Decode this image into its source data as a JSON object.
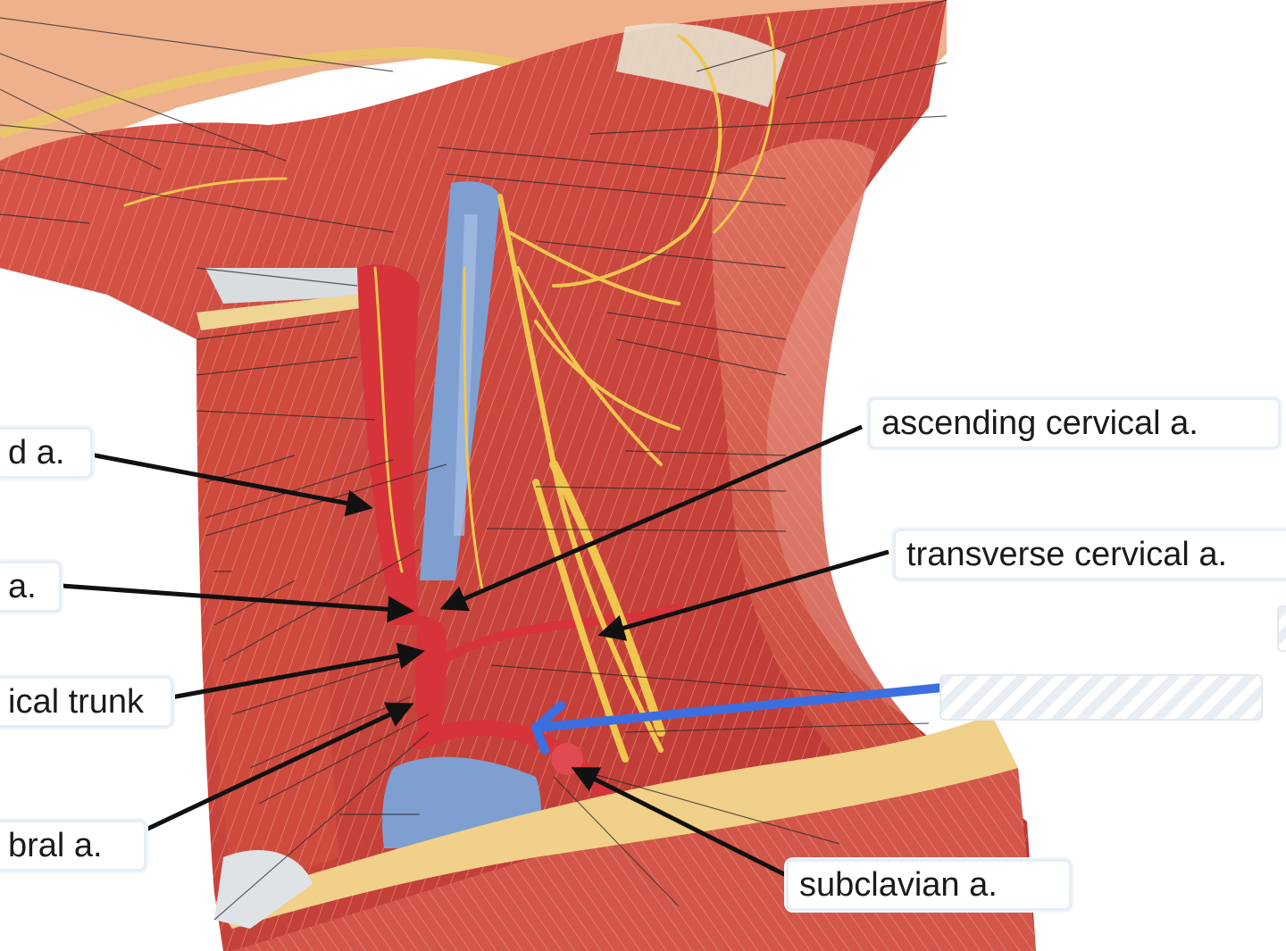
{
  "labels": {
    "ascending_cervical": "ascending cervical a.",
    "transverse_cervical": "transverse cervical a.",
    "subclavian": "subclavian a.",
    "left_label_1": "d a.",
    "left_label_2": "a.",
    "left_label_3": "ical trunk",
    "left_label_4": "bral a."
  },
  "colors": {
    "muscle": "#c9423a",
    "muscle_light": "#e0745f",
    "skin": "#efb08c",
    "vein_blue": "#7f9fd1",
    "nerve_yellow": "#f0c64f",
    "artery_red": "#d7333a",
    "pointer_arrow": "#111111",
    "highlight_arrow": "#3b6fe0"
  }
}
